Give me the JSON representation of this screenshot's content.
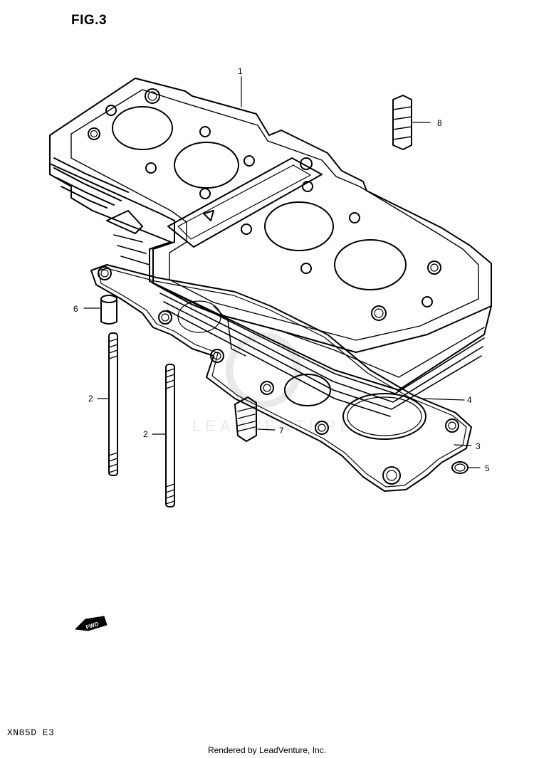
{
  "figure": {
    "title": "FIG.3",
    "model_code": "XN85D  E3"
  },
  "callouts": [
    {
      "id": "1",
      "label": "1"
    },
    {
      "id": "2a",
      "label": "2"
    },
    {
      "id": "2b",
      "label": "2"
    },
    {
      "id": "3",
      "label": "3"
    },
    {
      "id": "4",
      "label": "4"
    },
    {
      "id": "5",
      "label": "5"
    },
    {
      "id": "6",
      "label": "6"
    },
    {
      "id": "7",
      "label": "7"
    },
    {
      "id": "8",
      "label": "8"
    }
  ],
  "direction_marker": {
    "label": "FWD"
  },
  "watermark": {
    "text": "LEADVENTURE"
  },
  "footer": {
    "credit": "Rendered by LeadVenture, Inc."
  }
}
